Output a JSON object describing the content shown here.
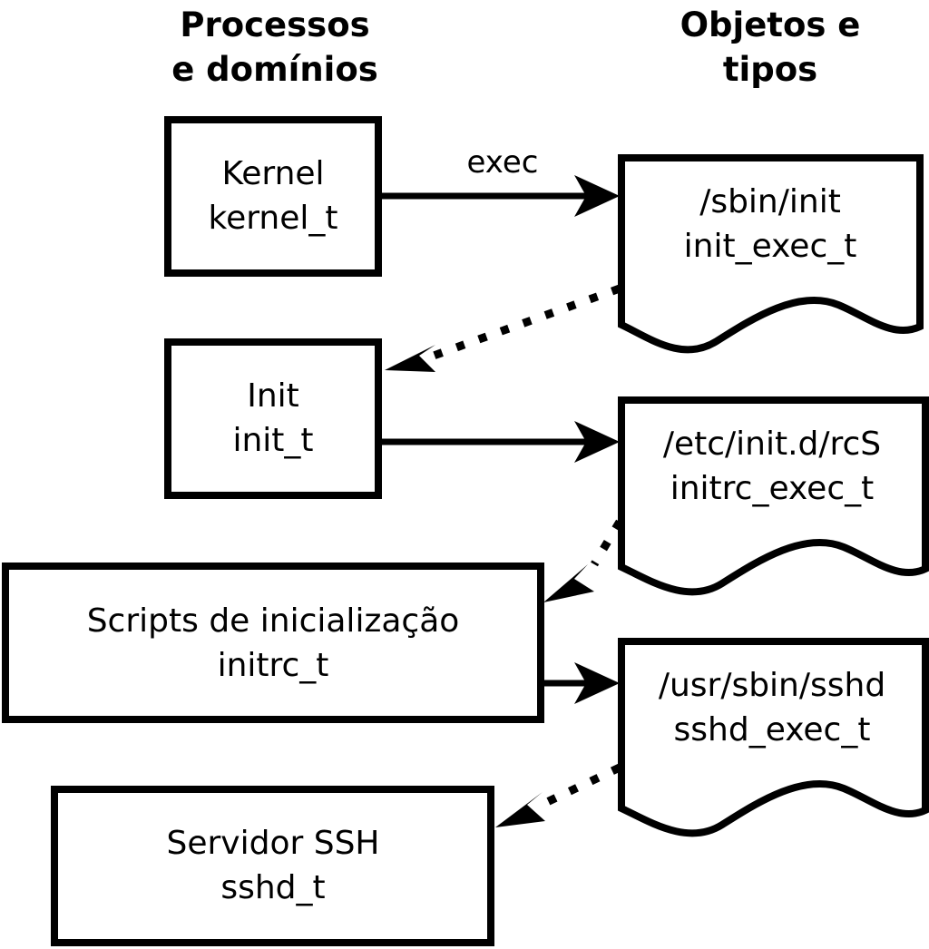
{
  "diagram": {
    "title": "SELinux process domain and object type transitions",
    "background_color": "#ffffff",
    "stroke_color": "#000000",
    "columns": [
      {
        "id": "processes",
        "heading_line1": "Processos",
        "heading_line2": "e domínios"
      },
      {
        "id": "objects",
        "heading_line1": "Objetos e",
        "heading_line2": "tipos"
      }
    ],
    "process_nodes": [
      {
        "id": "kernel",
        "name": "Kernel",
        "type": "kernel_t"
      },
      {
        "id": "init",
        "name": "Init",
        "type": "init_t"
      },
      {
        "id": "initrc",
        "name": "Scripts de inicialização",
        "type": "initrc_t"
      },
      {
        "id": "sshd",
        "name": "Servidor SSH",
        "type": "sshd_t"
      }
    ],
    "object_nodes": [
      {
        "id": "init_exec",
        "path": "/sbin/init",
        "type": "init_exec_t"
      },
      {
        "id": "initrc_exec",
        "path": "/etc/init.d/rcS",
        "type": "initrc_exec_t"
      },
      {
        "id": "sshd_exec",
        "path": "/usr/sbin/sshd",
        "type": "sshd_exec_t"
      }
    ],
    "edges": [
      {
        "id": "kernel-exec-init_exec",
        "from": "kernel",
        "to": "init_exec",
        "label": "exec",
        "style": "solid"
      },
      {
        "id": "init_exec-transition-init",
        "from": "init_exec",
        "to": "init",
        "label": "",
        "style": "dotted"
      },
      {
        "id": "init-exec-initrc_exec",
        "from": "init",
        "to": "initrc_exec",
        "label": "",
        "style": "solid"
      },
      {
        "id": "initrc_exec-transition-initrc",
        "from": "initrc_exec",
        "to": "initrc",
        "label": "",
        "style": "dotted"
      },
      {
        "id": "initrc-exec-sshd_exec",
        "from": "initrc",
        "to": "sshd_exec",
        "label": "",
        "style": "solid"
      },
      {
        "id": "sshd_exec-transition-sshd",
        "from": "sshd_exec",
        "to": "sshd",
        "label": "",
        "style": "dotted"
      }
    ]
  }
}
